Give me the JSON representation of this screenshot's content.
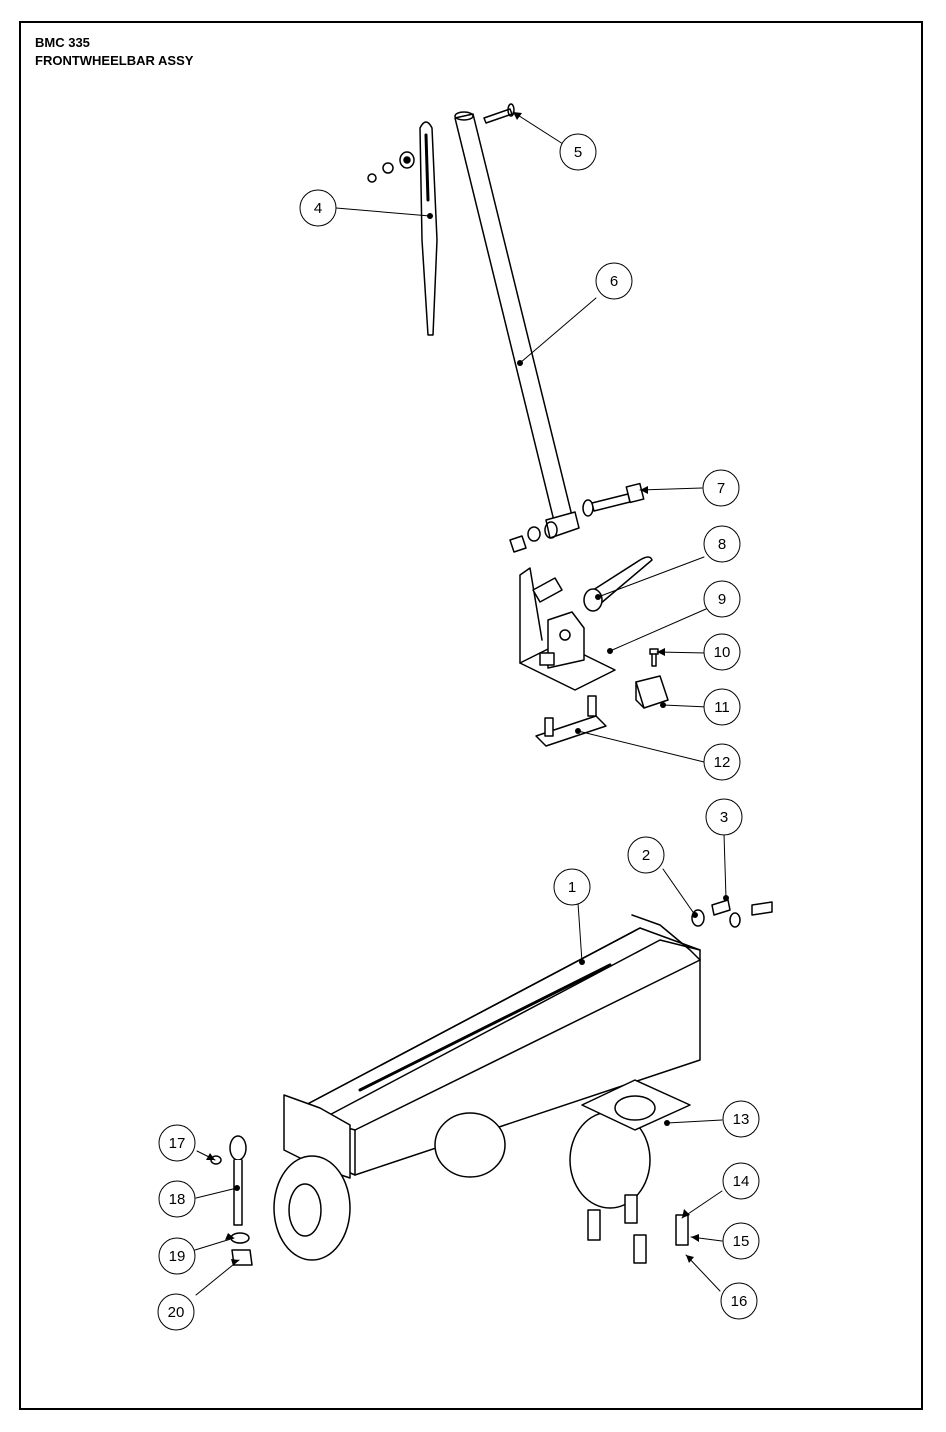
{
  "header": {
    "model": "BMC 335",
    "title": "FRONTWHEELBAR ASSY"
  },
  "callouts": [
    "1",
    "2",
    "3",
    "4",
    "5",
    "6",
    "7",
    "8",
    "9",
    "10",
    "11",
    "12",
    "13",
    "14",
    "15",
    "16",
    "17",
    "18",
    "19",
    "20"
  ]
}
